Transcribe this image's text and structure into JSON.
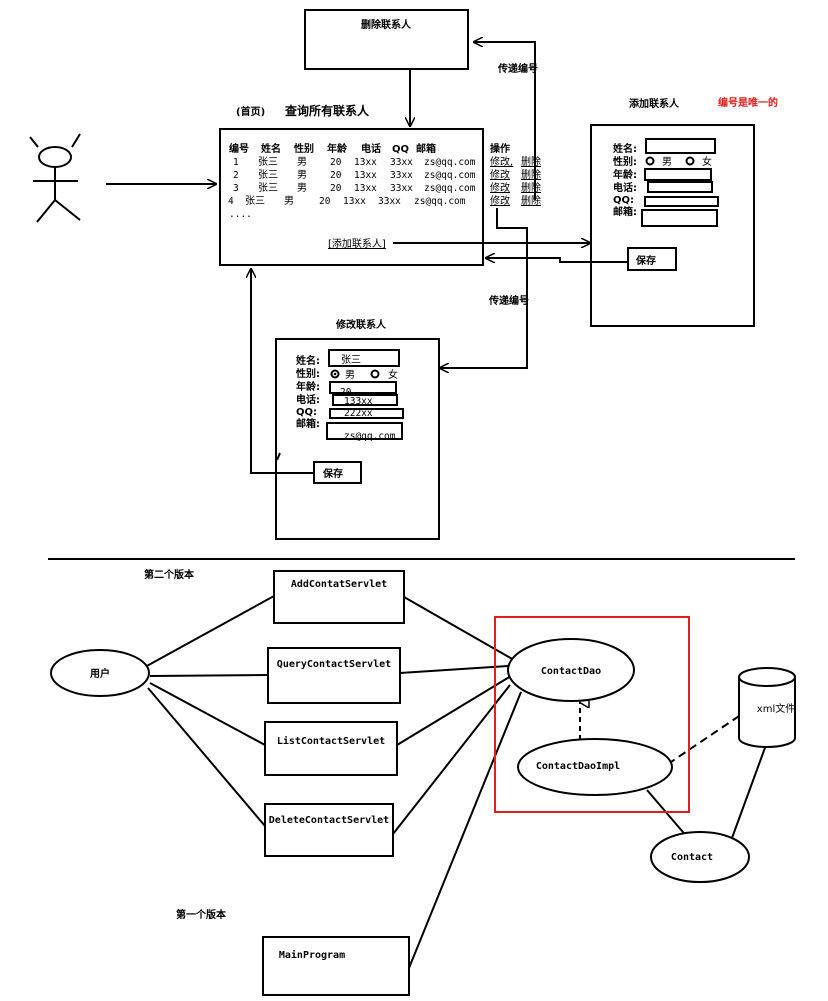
{
  "top": {
    "delete_box": "删除联系人",
    "pass_id_1": "传递编号",
    "pass_id_2": "传递编号",
    "home_label": "(首页)",
    "home_title": "查询所有联系人",
    "table_headers": [
      "编号",
      "姓名",
      "性别",
      "年龄",
      "电话",
      "QQ",
      "邮箱"
    ],
    "op_header": "操作",
    "rows": [
      {
        "id": "1",
        "name": "张三",
        "gender": "男",
        "age": "20",
        "phone": "13xx",
        "qq": "33xx",
        "email": "zs@qq.com",
        "edit": "修改,",
        "del": "删除"
      },
      {
        "id": "2",
        "name": "张三",
        "gender": "男",
        "age": "20",
        "phone": "13xx",
        "qq": "33xx",
        "email": "zs@qq.com",
        "edit": "修改",
        "del": "删除"
      },
      {
        "id": "3",
        "name": "张三",
        "gender": "男",
        "age": "20",
        "phone": "13xx",
        "qq": "33xx",
        "email": "zs@qq.com",
        "edit": "修改",
        "del": "删除"
      },
      {
        "id": "4",
        "name": "张三",
        "gender": "男",
        "age": "20",
        "phone": "13xx",
        "qq": "33xx",
        "email": "zs@qq.com",
        "edit": "修改",
        "del": "删除"
      }
    ],
    "ellipsis": "....",
    "add_link": "[添加联系人]",
    "add_title": "添加联系人",
    "id_unique": "编号是唯一的",
    "add_form": {
      "name": "姓名:",
      "gender": "性别:",
      "male": "男",
      "female": "女",
      "age": "年龄:",
      "phone": "电话:",
      "qq": "QQ:",
      "email": "邮箱:",
      "save": "保存"
    },
    "edit_title": "修改联系人",
    "edit_form": {
      "name": "姓名:",
      "name_val": "张三",
      "gender": "性别:",
      "male": "男",
      "female": "女",
      "age": "年龄:",
      "age_val": "20",
      "phone": "电话:",
      "phone_val": "133xx",
      "qq": "QQ:",
      "qq_val": "222xx",
      "email": "邮箱:",
      "email_val": "zs@qq.com",
      "save": "保存"
    }
  },
  "bottom": {
    "version2": "第二个版本",
    "version1": "第一个版本",
    "user": "用户",
    "servlets": [
      "AddContatServlet",
      "QueryContactServlet",
      "ListContactServlet",
      "DeleteContactServlet"
    ],
    "main_program": "MainProgram",
    "dao": "ContactDao",
    "dao_impl": "ContactDaoImpl",
    "contact": "Contact",
    "xml_file": "xml文件"
  },
  "colors": {
    "accent_red": "#e0201c",
    "line": "#000000"
  }
}
